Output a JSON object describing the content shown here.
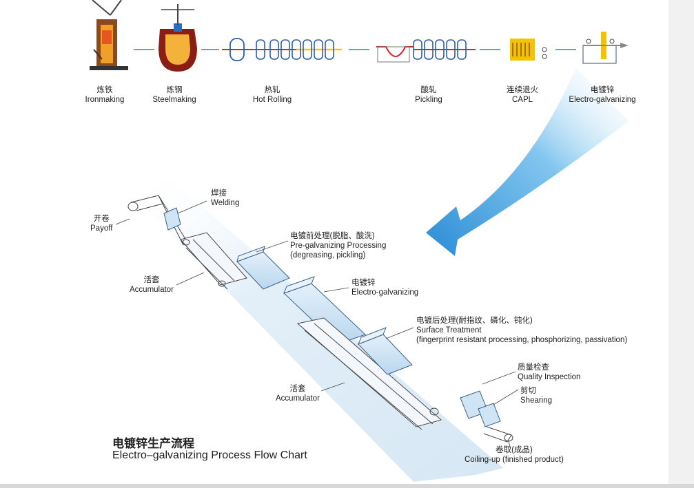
{
  "top_stages": [
    {
      "zh": "炼铁",
      "en": "Ironmaking"
    },
    {
      "zh": "炼钢",
      "en": "Steelmaking"
    },
    {
      "zh": "热轧",
      "en": "Hot Rolling"
    },
    {
      "zh": "酸轧",
      "en": "Pickling"
    },
    {
      "zh": "连续退火",
      "en": "CAPL"
    },
    {
      "zh": "电镀锌",
      "en": "Electro-galvanizing"
    }
  ],
  "line_labels": {
    "payoff": {
      "zh": "开卷",
      "en": "Payoff"
    },
    "welding": {
      "zh": "焊接",
      "en": "Welding"
    },
    "pre_galv": {
      "zh": "电镀前处理(脱脂、酸洗)",
      "en": "Pre-galvanizing Processing",
      "en2": "(degreasing, pickling)"
    },
    "accumulator1": {
      "zh": "活套",
      "en": "Accumulator"
    },
    "electro_galv": {
      "zh": "电镀锌",
      "en": "Electro-galvanizing"
    },
    "surface": {
      "zh": "电镀后处理(耐指纹、磷化、钝化)",
      "en": "Surface Treatment",
      "en2": "(fingerprint resistant processing, phosphorizing, passivation)"
    },
    "accumulator2": {
      "zh": "活套",
      "en": "Accumulator"
    },
    "quality": {
      "zh": "质量检查",
      "en": "Quality Inspection"
    },
    "shearing": {
      "zh": "剪切",
      "en": "Shearing"
    },
    "coiling": {
      "zh": "卷取(成品)",
      "en": "Coiling-up (finished product)"
    }
  },
  "title": {
    "zh": "电镀锌生产流程",
    "en": "Electro–galvanizing Process Flow Chart"
  },
  "colors": {
    "accent_blue": "#2a8fd6",
    "equipment_blue": "#cfe4f5",
    "line_red": "#d8262a",
    "strip_yellow": "#f5c800"
  }
}
